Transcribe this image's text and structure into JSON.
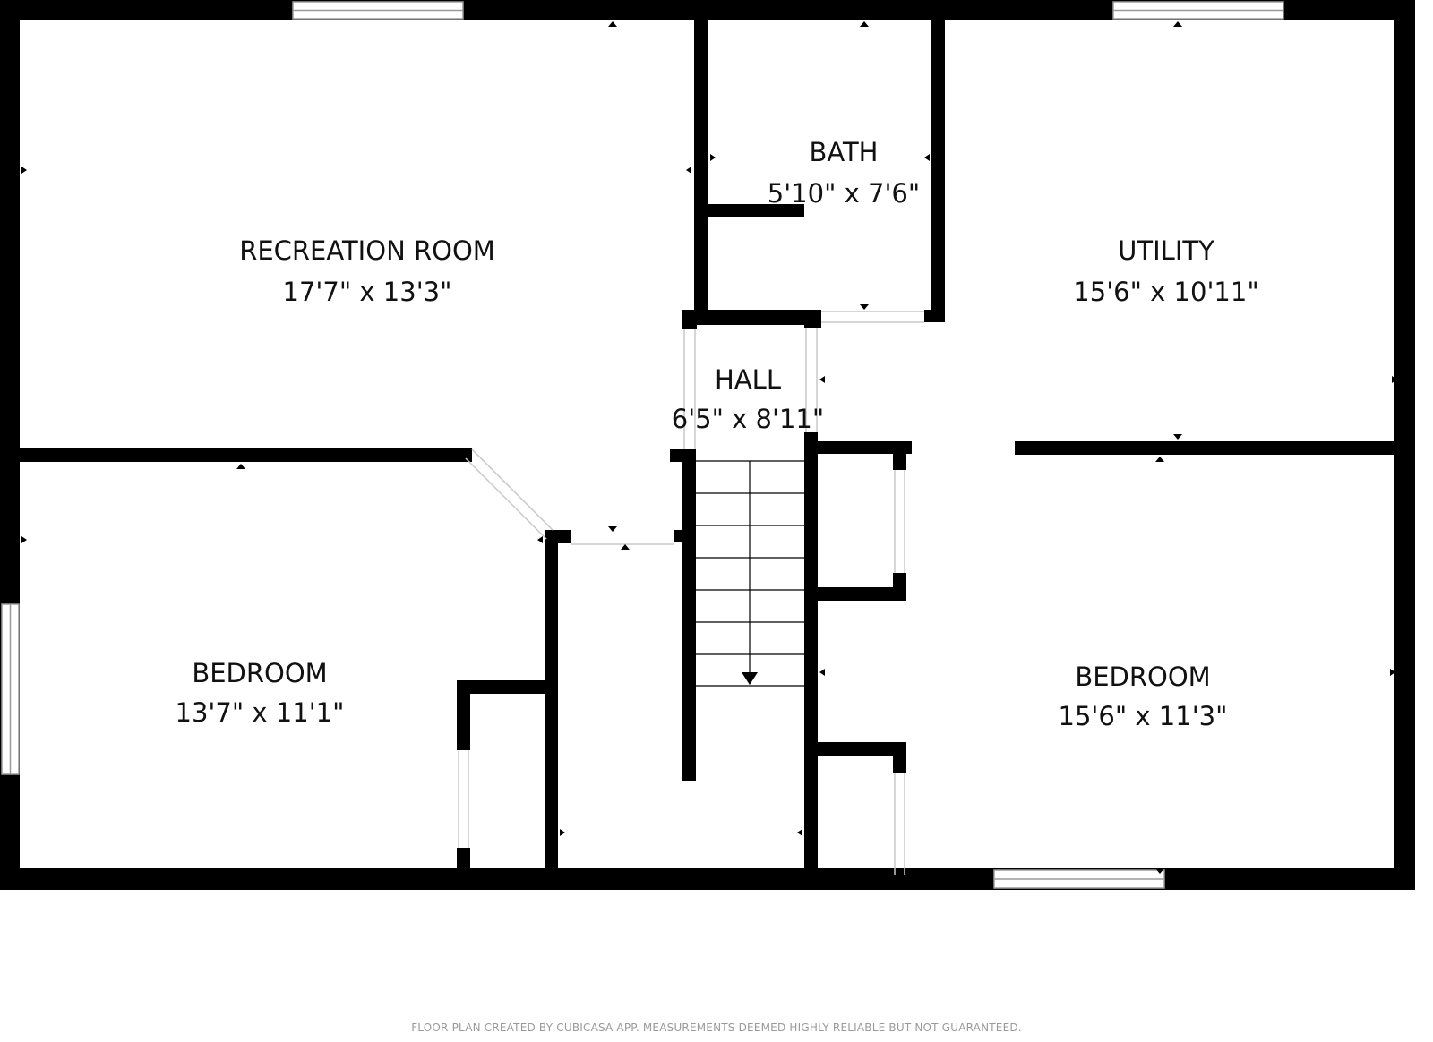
{
  "colors": {
    "wall": "#000000",
    "window_frame": "#b0b0b0",
    "door_opening": "#c8c8c8",
    "text": "#111111",
    "footer": "#9a9a9a",
    "background": "#ffffff"
  },
  "rooms": {
    "recreation_room": {
      "name": "RECREATION ROOM",
      "dimensions": "17'7\" x 13'3\""
    },
    "bath": {
      "name": "BATH",
      "dimensions": "5'10\" x 7'6\""
    },
    "utility": {
      "name": "UTILITY",
      "dimensions": "15'6\" x 10'11\""
    },
    "hall": {
      "name": "HALL",
      "dimensions": "6'5\" x 8'11\""
    },
    "bedroom_left": {
      "name": "BEDROOM",
      "dimensions": "13'7\" x 11'1\""
    },
    "bedroom_right": {
      "name": "BEDROOM",
      "dimensions": "15'6\" x 11'3\""
    }
  },
  "footer": {
    "disclaimer": "FLOOR PLAN CREATED BY CUBICASA APP. MEASUREMENTS DEEMED HIGHLY RELIABLE BUT NOT GUARANTEED."
  }
}
